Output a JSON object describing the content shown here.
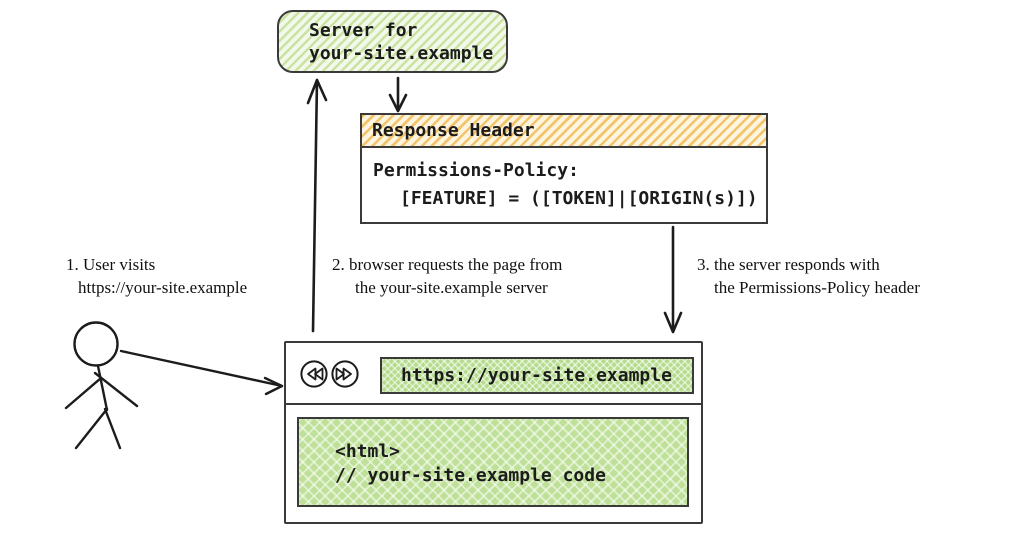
{
  "colors": {
    "green_stripe": "#cbe3a2",
    "green_bg": "#f3f9ea",
    "orange_stripe": "#f2c46c",
    "orange_bg": "#fdf5e0",
    "green_fill_url": "#b5db8c",
    "green_fill_code": "#bfe098",
    "ink": "#1c1c1c"
  },
  "server_box": {
    "line1": "Server for",
    "line2": "your-site.example"
  },
  "response_header": {
    "title": "Response Header",
    "policy_line1": "Permissions-Policy:",
    "policy_line2": "[FEATURE] = ([TOKEN]|[ORIGIN(s)])"
  },
  "steps": [
    {
      "line1": "1. User visits",
      "line2": "https://your-site.example"
    },
    {
      "line1": "2. browser requests the page from",
      "line2": "the your-site.example server"
    },
    {
      "line1": "3. the server responds with",
      "line2": "the Permissions-Policy header"
    }
  ],
  "browser": {
    "url": "https://your-site.example",
    "code_line1": "<html>",
    "code_line2": "// your-site.example code",
    "back_icon": "double-left-triangles",
    "forward_icon": "double-right-triangles"
  }
}
